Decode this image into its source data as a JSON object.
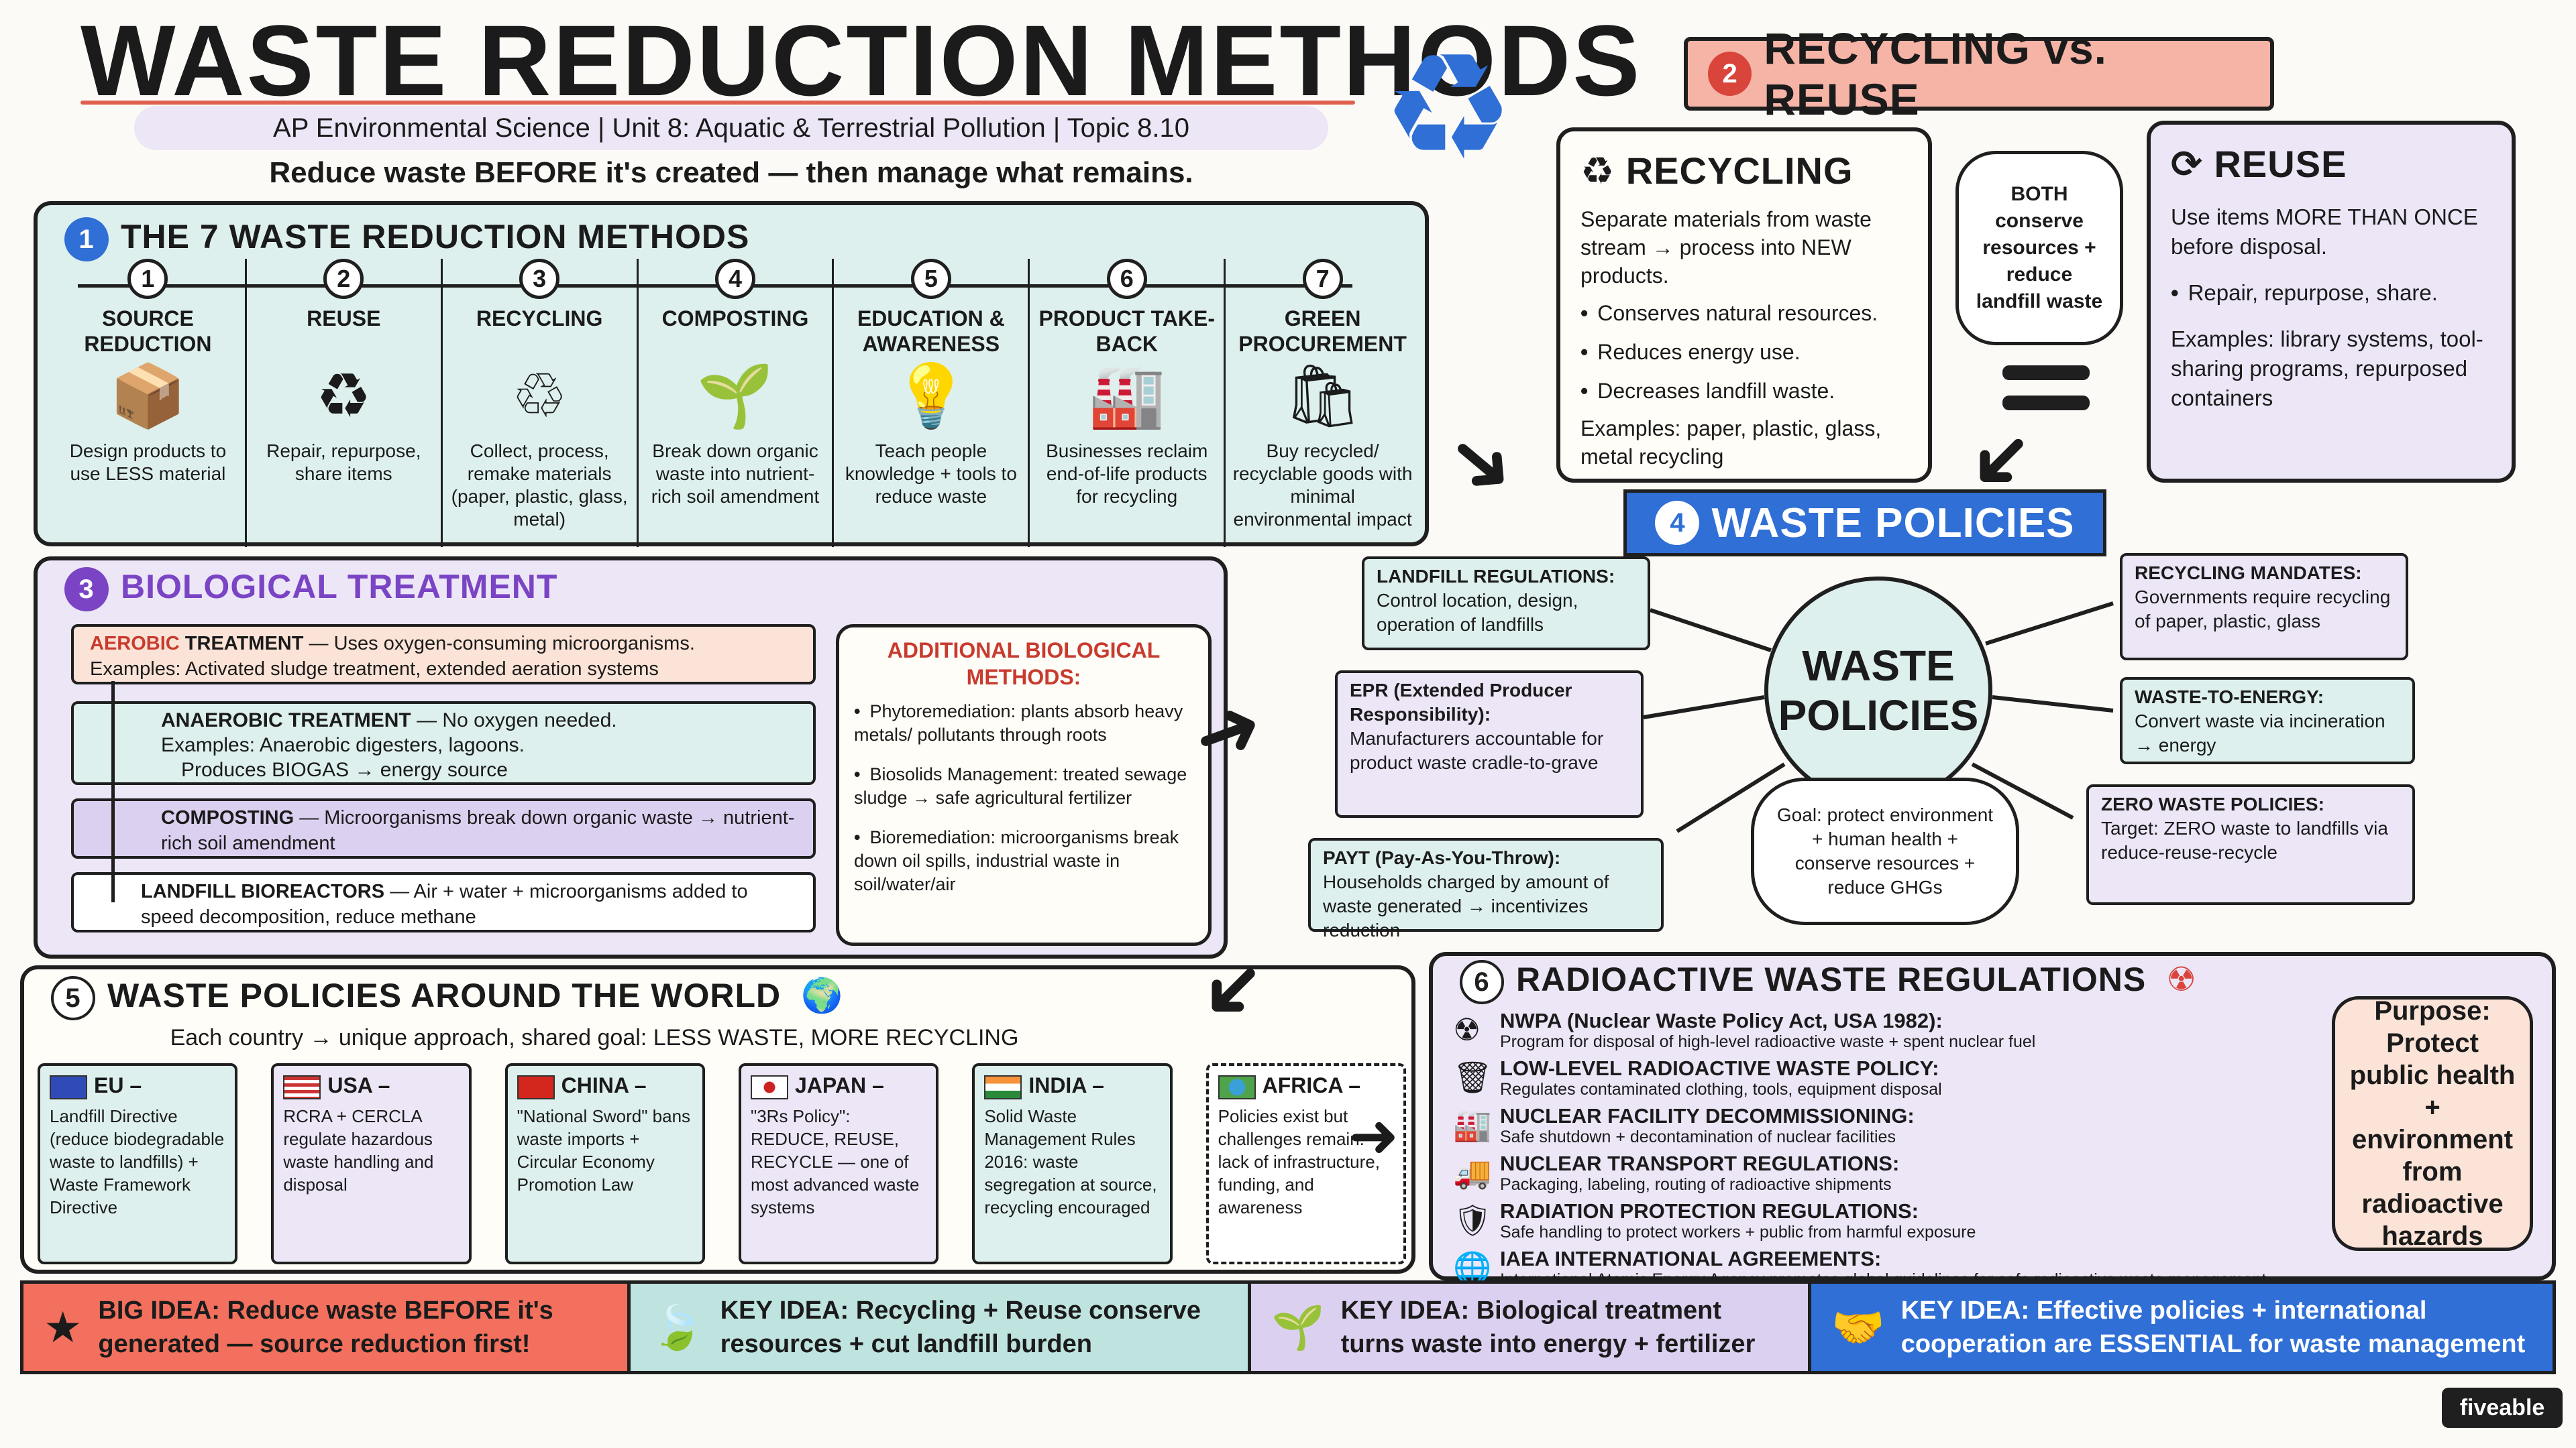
{
  "title": "WASTE REDUCTION METHODS",
  "subtitle": "AP Environmental Science | Unit 8: Aquatic & Terrestrial Pollution | Topic 8.10",
  "tagline": "Reduce waste BEFORE it's created — then manage what remains.",
  "icons": {
    "recycle": "recycle-icon",
    "globe": "globe-icon",
    "radiation": "radiation-icon",
    "star": "star-icon",
    "leaf": "leaf-icon",
    "sprout": "sprout-icon",
    "handshake": "handshake-icon"
  },
  "colors": {
    "teal": "#ddf0ee",
    "lavender": "#ece6f7",
    "peach": "#fbe3d7",
    "blue": "#2f6fd6",
    "red": "#d9453b"
  },
  "section1": {
    "number": "1",
    "title": "THE 7 WASTE REDUCTION METHODS",
    "methods": [
      {
        "n": "1",
        "name": "SOURCE REDUCTION",
        "desc": "Design products to use LESS material",
        "icon": "📦"
      },
      {
        "n": "2",
        "name": "REUSE",
        "desc": "Repair, repurpose, share items",
        "icon": "♻"
      },
      {
        "n": "3",
        "name": "RECYCLING",
        "desc": "Collect, process, remake materials (paper, plastic, glass, metal)",
        "icon": "♲"
      },
      {
        "n": "4",
        "name": "COMPOSTING",
        "desc": "Break down organic waste into nutrient-rich soil amendment",
        "icon": "🌱"
      },
      {
        "n": "5",
        "name": "EDUCATION & AWARENESS",
        "desc": "Teach people knowledge + tools to reduce waste",
        "icon": "💡"
      },
      {
        "n": "6",
        "name": "PRODUCT TAKE-BACK",
        "desc": "Businesses reclaim end-of-life products for recycling",
        "icon": "🏭"
      },
      {
        "n": "7",
        "name": "GREEN PROCUREMENT",
        "desc": "Buy recycled/ recyclable goods with minimal environmental impact",
        "icon": "🛍"
      }
    ]
  },
  "section2": {
    "number": "2",
    "title": "RECYCLING vs. REUSE",
    "recycling": {
      "title": "RECYCLING",
      "desc": "Separate materials from waste stream → process into NEW products.",
      "bullets": [
        "Conserves natural resources.",
        "Reduces energy use.",
        "Decreases landfill waste."
      ],
      "examples": "Examples: paper, plastic, glass, metal recycling"
    },
    "both": "BOTH conserve resources + reduce landfill waste",
    "reuse": {
      "title": "REUSE",
      "desc": "Use items MORE THAN ONCE before disposal.",
      "bullets": [
        "Repair, repurpose, share."
      ],
      "examples": "Examples: library systems, tool-sharing programs, repurposed containers"
    }
  },
  "section3": {
    "number": "3",
    "title": "BIOLOGICAL TREATMENT",
    "aerobic": {
      "label": "AEROBIC",
      "rest": " TREATMENT",
      "desc": " — Uses oxygen-consuming microorganisms.",
      "examples": "Examples: Activated sludge treatment, extended aeration systems"
    },
    "anaerobic": {
      "title": "ANAEROBIC TREATMENT",
      "desc": " — No oxygen needed.",
      "examples": "Examples: Anaerobic digesters, lagoons.",
      "produces": "Produces BIOGAS → energy source"
    },
    "composting": {
      "title": "COMPOSTING",
      "desc": " — Microorganisms break down organic waste → nutrient-rich soil amendment"
    },
    "bioreactors": {
      "title": "LANDFILL BIOREACTORS",
      "desc": " — Air + water + microorganisms added to speed decomposition, reduce methane"
    },
    "additional": {
      "title": "ADDITIONAL BIOLOGICAL METHODS:",
      "items": [
        "Phytoremediation: plants absorb heavy metals/ pollutants through roots",
        "Biosolids Management: treated sewage sludge → safe agricultural fertilizer",
        "Bioremediation: microorganisms break down oil spills, industrial waste in soil/water/air"
      ]
    }
  },
  "section4": {
    "number": "4",
    "title": "WASTE POLICIES",
    "hub": "WASTE POLICIES",
    "goal": "Goal: protect environment + human health + conserve resources + reduce GHGs",
    "left": [
      {
        "title": "LANDFILL REGULATIONS:",
        "desc": "Control location, design, operation of landfills"
      },
      {
        "title": "EPR (Extended Producer Responsibility):",
        "desc": "Manufacturers accountable for product waste cradle-to-grave"
      },
      {
        "title": "PAYT (Pay-As-You-Throw):",
        "desc": "Households charged by amount of waste generated → incentivizes reduction"
      }
    ],
    "right": [
      {
        "title": "RECYCLING MANDATES:",
        "desc": "Governments require recycling of paper, plastic, glass"
      },
      {
        "title": "WASTE-TO-ENERGY:",
        "desc": "Convert waste via incineration → energy"
      },
      {
        "title": "ZERO WASTE POLICIES:",
        "desc": "Target: ZERO waste to landfills via reduce-reuse-recycle"
      }
    ]
  },
  "section5": {
    "number": "5",
    "title": "WASTE POLICIES AROUND THE WORLD",
    "intro": "Each country → unique approach, shared goal: LESS WASTE, MORE RECYCLING",
    "countries": [
      {
        "name": "EU –",
        "desc": "Landfill Directive (reduce biodegradable waste to landfills) + Waste Framework Directive"
      },
      {
        "name": "USA –",
        "desc": "RCRA + CERCLA regulate hazardous waste handling and disposal"
      },
      {
        "name": "CHINA –",
        "desc": "\"National Sword\" bans waste imports + Circular Economy Promotion Law"
      },
      {
        "name": "JAPAN –",
        "desc": "\"3Rs Policy\": REDUCE, REUSE, RECYCLE — one of most advanced waste systems"
      },
      {
        "name": "INDIA –",
        "desc": "Solid Waste Management Rules 2016: waste segregation at source, recycling encouraged"
      },
      {
        "name": "AFRICA –",
        "desc": "Policies exist but challenges remain: lack of infrastructure, funding, and awareness"
      }
    ]
  },
  "section6": {
    "number": "6",
    "title": "RADIOACTIVE WASTE REGULATIONS",
    "items": [
      {
        "title": "NWPA (Nuclear Waste Policy Act, USA 1982):",
        "desc": "Program for disposal of high-level radioactive waste + spent nuclear fuel",
        "icon": "☢"
      },
      {
        "title": "LOW-LEVEL RADIOACTIVE WASTE POLICY:",
        "desc": "Regulates contaminated clothing, tools, equipment disposal",
        "icon": "🗑"
      },
      {
        "title": "NUCLEAR FACILITY DECOMMISSIONING:",
        "desc": "Safe shutdown + decontamination of nuclear facilities",
        "icon": "🏭"
      },
      {
        "title": "NUCLEAR TRANSPORT REGULATIONS:",
        "desc": "Packaging, labeling, routing of radioactive shipments",
        "icon": "🚚"
      },
      {
        "title": "RADIATION PROTECTION REGULATIONS:",
        "desc": "Safe handling to protect workers + public from harmful exposure",
        "icon": "🛡"
      },
      {
        "title": "IAEA INTERNATIONAL AGREEMENTS:",
        "desc": "International Atomic Energy Agency promotes global guidelines for safe radioactive waste management",
        "icon": "🌐"
      }
    ],
    "purpose": "Purpose: Protect public health + environment from radioactive hazards"
  },
  "footer": [
    {
      "label": "BIG IDEA: Reduce waste BEFORE it's generated — source reduction first!",
      "color": "#f2705d"
    },
    {
      "label": "KEY IDEA: Recycling + Reuse conserve resources + cut landfill burden",
      "color": "#bfe3df"
    },
    {
      "label": "KEY IDEA: Biological treatment turns waste into energy + fertilizer",
      "color": "#dcd0f0"
    },
    {
      "label": "KEY IDEA: Effective policies + international cooperation are ESSENTIAL for waste management",
      "color": "#2f6fd6"
    }
  ],
  "brand": "fiveable"
}
